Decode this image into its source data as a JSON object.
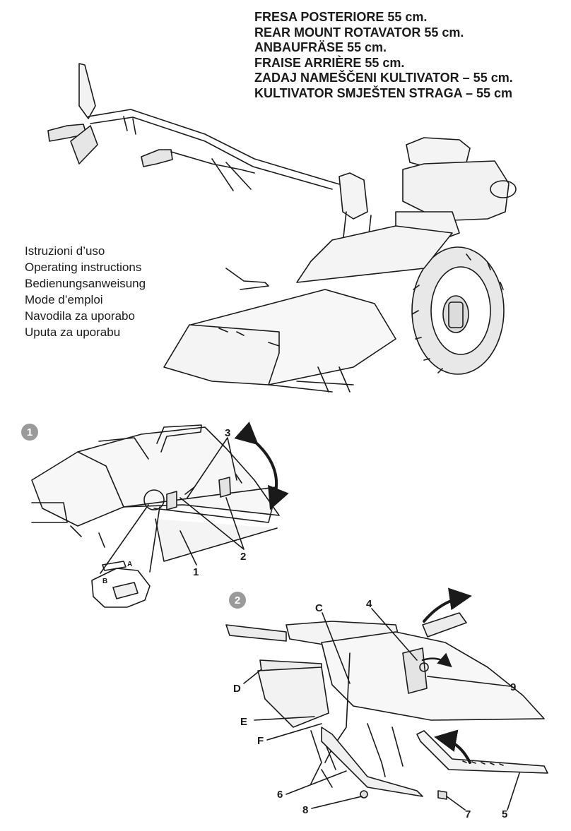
{
  "titles": [
    "FRESA POSTERIORE 55 cm.",
    "REAR MOUNT ROTAVATOR 55 cm.",
    "ANBAUFRÄSE 55 cm.",
    "FRAISE ARRIÈRE 55 cm.",
    "ZADAJ NAMEŠČENI KULTIVATOR – 55 cm.",
    "KULTIVATOR SMJEŠTEN STRAGA – 55 cm"
  ],
  "languages": [
    "Istruzioni d’uso",
    "Operating instructions",
    "Bedienungsanweisung",
    "Mode d’emploi",
    "Navodila za uporabo",
    "Uputa za uporabu"
  ],
  "figure1": {
    "step": "1",
    "callouts": {
      "flap": "1",
      "brackets": "2",
      "pins": "3"
    },
    "detail": {
      "a": "A",
      "b": "B"
    }
  },
  "figure2": {
    "step": "2",
    "callouts": {
      "c": "C",
      "d": "D",
      "e": "E",
      "f": "F",
      "n4": "4",
      "n5": "5",
      "n6": "6",
      "n7": "7",
      "n8": "8",
      "n9": "9"
    }
  },
  "colors": {
    "ink": "#1a1a1a",
    "badge": "#9a9a9a",
    "paper": "#ffffff"
  }
}
